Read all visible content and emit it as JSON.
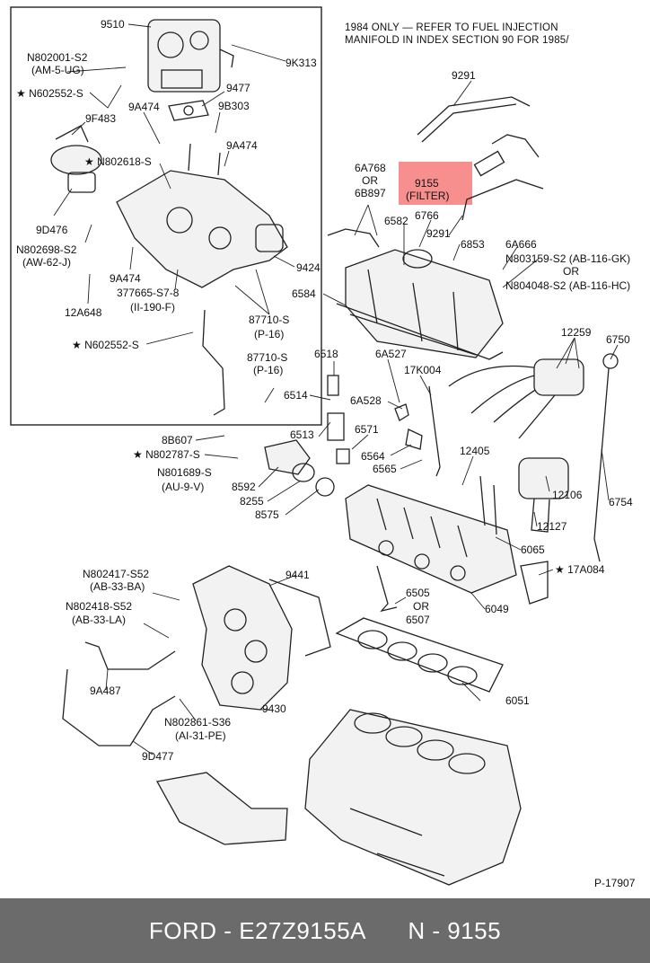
{
  "note": {
    "line1": "1984 ONLY — REFER TO FUEL INJECTION",
    "line2": "MANIFOLD IN INDEX SECTION 90 FOR 1985/"
  },
  "highlight": {
    "line1": "9155",
    "line2": "(FILTER)",
    "color": "#f44a4a"
  },
  "labels": {
    "l9510": "9510",
    "l9K313": "9K313",
    "lN802001": "N802001-S2",
    "lAM5UG": "(AM-5-UG)",
    "lN602552a": "★ N602552-S",
    "l9F483": "9F483",
    "l9A474a": "9A474",
    "l9477": "9477",
    "l9B303": "9B303",
    "l9A474b": "9A474",
    "lN802618": "★ N802618-S",
    "l9D476": "9D476",
    "lN802698": "N802698-S2",
    "lAW62J": "(AW-62-J)",
    "l9A474c": "9A474",
    "l377665": "377665-S7-8",
    "lII190F": "(II-190-F)",
    "l12A648": "12A648",
    "lN602552b": "★ N602552-S",
    "l9424": "9424",
    "l87710a": "87710-S",
    "lP16a": "(P-16)",
    "l9291a": "9291",
    "l6A768": "6A768",
    "lOR1": "OR",
    "l6B897": "6B897",
    "l6582": "6582",
    "l6766": "6766",
    "l9291b": "9291",
    "l6853": "6853",
    "l6A666": "6A666",
    "lN803159": "N803159-S2 (AB-116-GK)",
    "lOR2": "OR",
    "lN804048": "N804048-S2 (AB-116-HC)",
    "l6584": "6584",
    "l12259": "12259",
    "l6750": "6750",
    "l87710b": "87710-S",
    "lP16b": "(P-16)",
    "l6518": "6518",
    "l6A527": "6A527",
    "l17K004": "17K004",
    "l6514": "6514",
    "l6A528": "6A528",
    "l6513": "6513",
    "l6571": "6571",
    "l8B607": "8B607",
    "lN802787": "★ N802787-S",
    "lN801689": "N801689-S",
    "lAU9V": "(AU-9-V)",
    "l8592": "8592",
    "l8255": "8255",
    "l8575": "8575",
    "l6564": "6564",
    "l6565": "6565",
    "l12405": "12405",
    "l12106": "12106",
    "l6754": "6754",
    "l12127": "12127",
    "l6065": "6065",
    "l17A084": "★ 17A084",
    "lN802417": "N802417-S52",
    "lAB33BA": "(AB-33-BA)",
    "l9441": "9441",
    "lN802418": "N802418-S52",
    "lAB33LA": "(AB-33-LA)",
    "l6505": "6505",
    "lOR3": "OR",
    "l6507": "6507",
    "l6049": "6049",
    "l9A487": "9A487",
    "l6051": "6051",
    "l9430": "9430",
    "lN802861": "N802861-S36",
    "lAI31PE": "(AI-31-PE)",
    "l9D477": "9D477",
    "lP17907": "P-17907"
  },
  "footer": {
    "brand": "FORD",
    "part_number": "E27Z9155A",
    "ref_number": "N - 9155",
    "bg_color": "#6b6b6b"
  }
}
